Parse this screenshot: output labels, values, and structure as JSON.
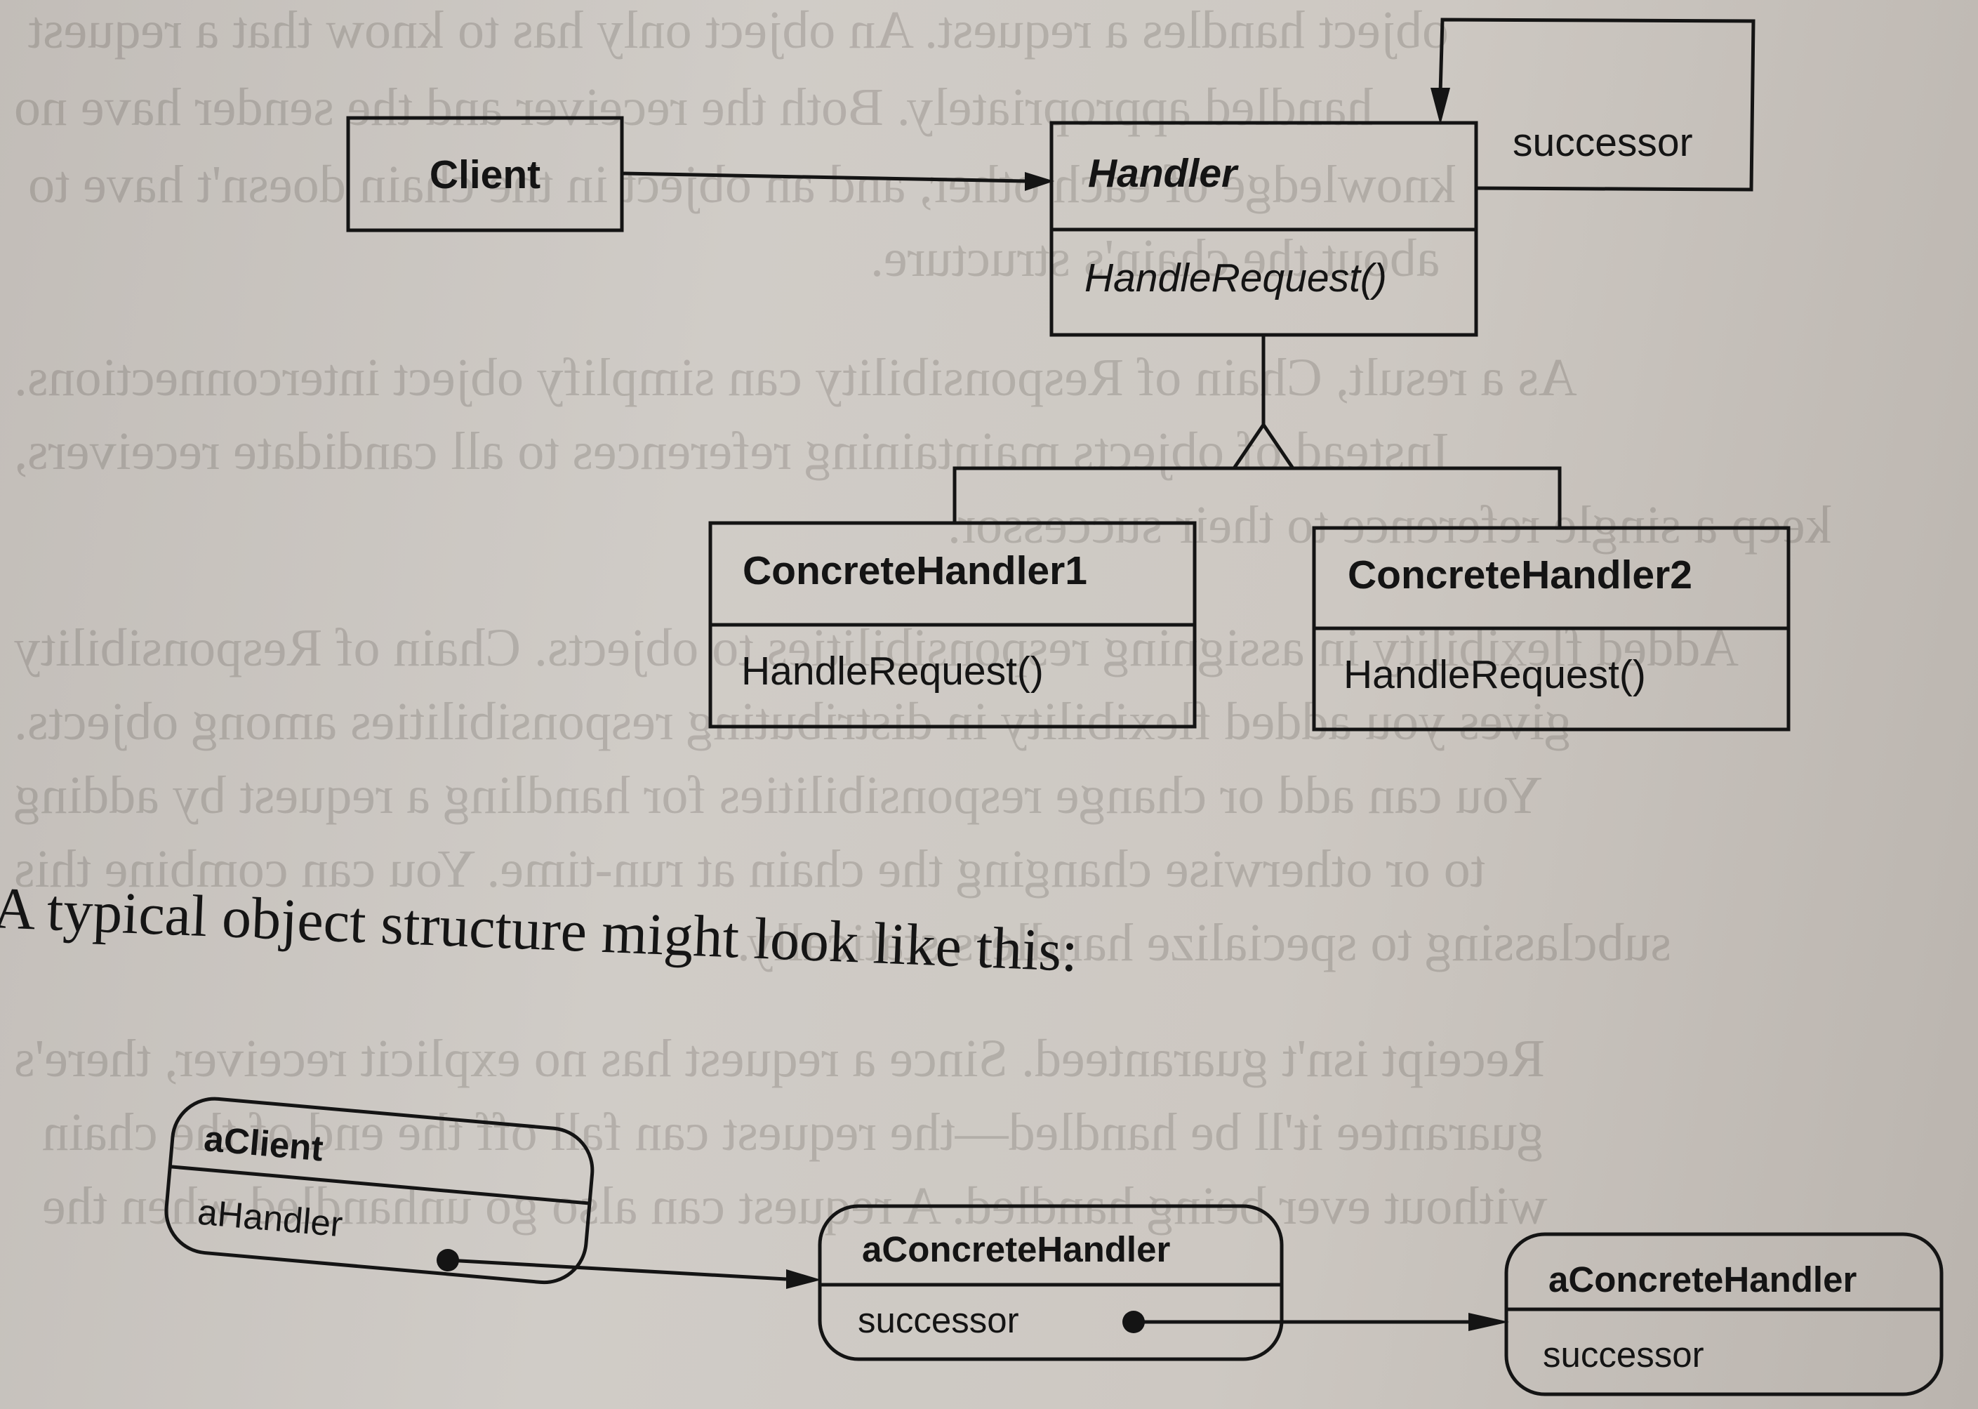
{
  "class_diagram": {
    "client": {
      "name": "Client"
    },
    "handler": {
      "name": "Handler",
      "operation": "HandleRequest()",
      "self_association_label": "successor"
    },
    "concrete_handler_1": {
      "name": "ConcreteHandler1",
      "operation": "HandleRequest()"
    },
    "concrete_handler_2": {
      "name": "ConcreteHandler2",
      "operation": "HandleRequest()"
    }
  },
  "caption": "A typical object structure might look like this:",
  "object_diagram": {
    "a_client": {
      "name": "aClient",
      "field": "aHandler"
    },
    "a_concrete_handler_1": {
      "name": "aConcreteHandler",
      "field": "successor"
    },
    "a_concrete_handler_2": {
      "name": "aConcreteHandler",
      "field": "successor"
    }
  },
  "bleed_through_text": [
    "object handles a request. An object only has to know that a request",
    "handled appropriately. Both the receiver and the sender have no",
    "knowledge of each other, and an object in the chain doesn't have to",
    "about the chain's structure.",
    "As a result, Chain of Responsibility can simplify object interconnections.",
    "Instead of objects maintaining references to all candidate receivers,",
    "keep a single reference to their successor.",
    "Added flexibility in assigning responsibilities to objects. Chain of Responsibility",
    "gives you added flexibility in distributing responsibilities among objects.",
    "You can add or change responsibilities for handling a request by adding",
    "to or otherwise changing the chain at run-time. You can combine this",
    "subclassing to specialize handlers statically.",
    "Receipt isn't guaranteed. Since a request has no explicit receiver, there's",
    "guarantee it'll be handled—the request can fall off the end of the chain",
    "without ever being handled. A request can also go unhandled when the"
  ]
}
